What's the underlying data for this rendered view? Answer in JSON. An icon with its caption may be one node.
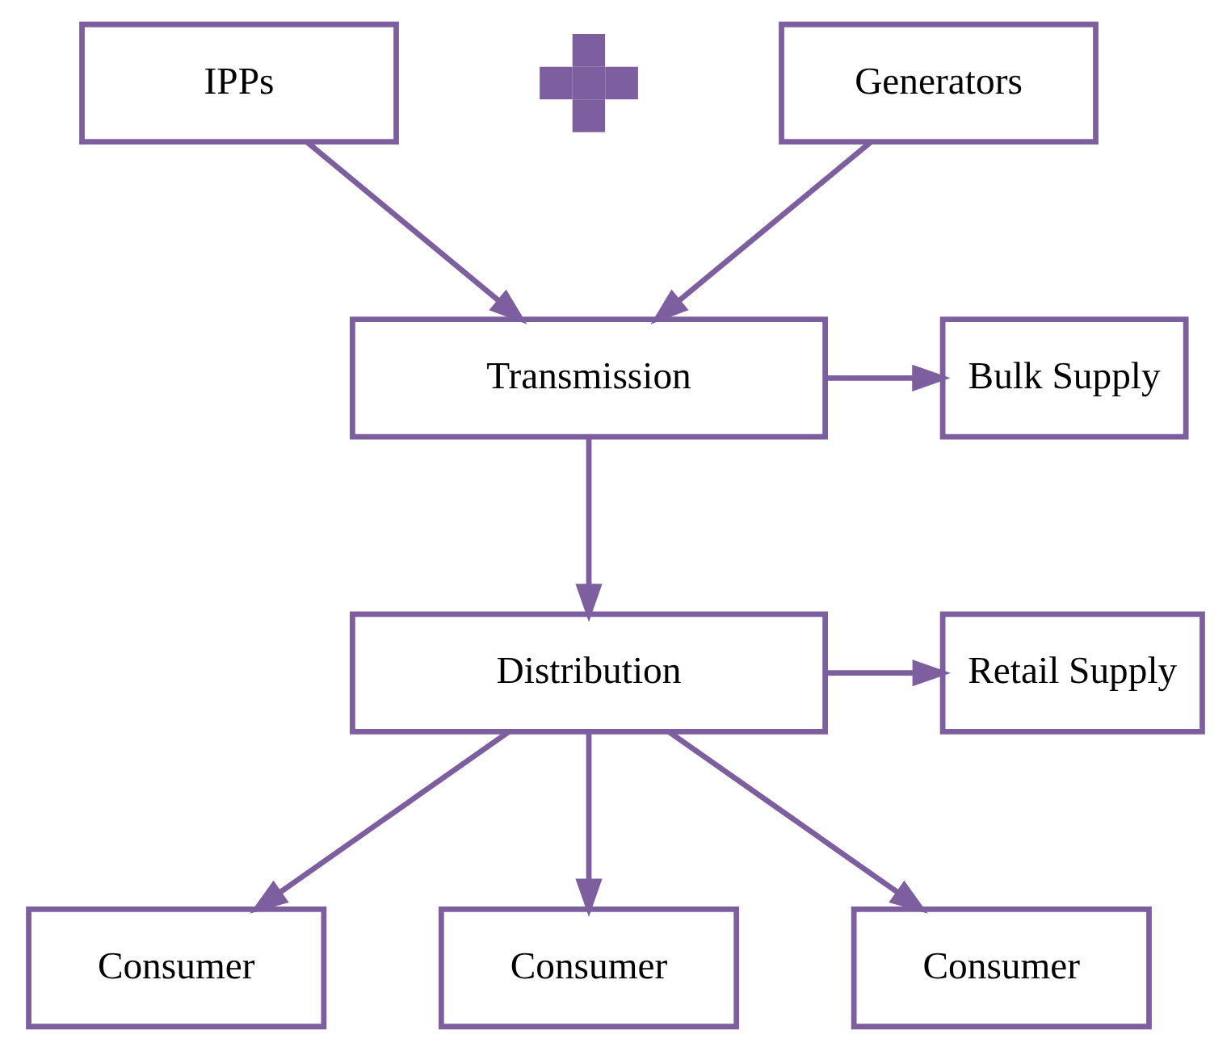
{
  "diagram": {
    "nodes": [
      {
        "text": [
          "IPPs"
        ]
      },
      {
        "text": [],
        "shape": "plus"
      },
      {
        "text": [
          "Generators"
        ]
      },
      {
        "text": [
          "Transmission"
        ]
      },
      {
        "text": [
          "Bulk Supply"
        ]
      },
      {
        "text": [
          "Distribution"
        ]
      },
      {
        "text": [
          "Retail Supply"
        ]
      },
      {
        "text": [
          "Consumer"
        ]
      },
      {
        "text": [
          "Consumer"
        ]
      },
      {
        "text": [
          "Consumer"
        ]
      }
    ],
    "edges": [
      {
        "from": 0,
        "to": 3,
        "arrow": "to"
      },
      {
        "from": 2,
        "to": 3,
        "arrow": "to"
      },
      {
        "from": 3,
        "to": 4,
        "arrow": "to"
      },
      {
        "from": 3,
        "to": 5,
        "arrow": "to"
      },
      {
        "from": 5,
        "to": 6,
        "arrow": "to"
      },
      {
        "from": 5,
        "to": 7,
        "arrow": "to"
      },
      {
        "from": 5,
        "to": 8,
        "arrow": "to"
      },
      {
        "from": 5,
        "to": 9,
        "arrow": "to"
      }
    ]
  }
}
